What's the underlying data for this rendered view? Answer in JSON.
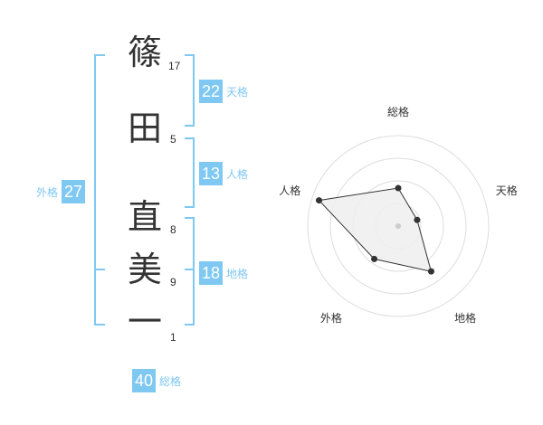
{
  "name_chars": [
    {
      "char": "篠",
      "strokes": "17"
    },
    {
      "char": "田",
      "strokes": "5"
    },
    {
      "char": "直",
      "strokes": "8"
    },
    {
      "char": "美",
      "strokes": "9"
    },
    {
      "char": "一",
      "strokes": "1"
    }
  ],
  "fortunes": {
    "tenkaku": {
      "label": "天格",
      "value": "22"
    },
    "jinkaku": {
      "label": "人格",
      "value": "13"
    },
    "chikaku": {
      "label": "地格",
      "value": "18"
    },
    "gaikaku": {
      "label": "外格",
      "value": "27"
    },
    "soukaku": {
      "label": "総格",
      "value": "40"
    }
  },
  "colors": {
    "accent": "#7ec8f2",
    "text": "#333333",
    "grid": "#dddddd",
    "fill": "#eeeeee"
  },
  "chart_data": {
    "type": "radar",
    "categories": [
      "総格",
      "天格",
      "地格",
      "外格",
      "人格"
    ],
    "values": [
      0.42,
      0.22,
      0.62,
      0.45,
      0.92
    ],
    "rings": 4,
    "max": 1
  }
}
